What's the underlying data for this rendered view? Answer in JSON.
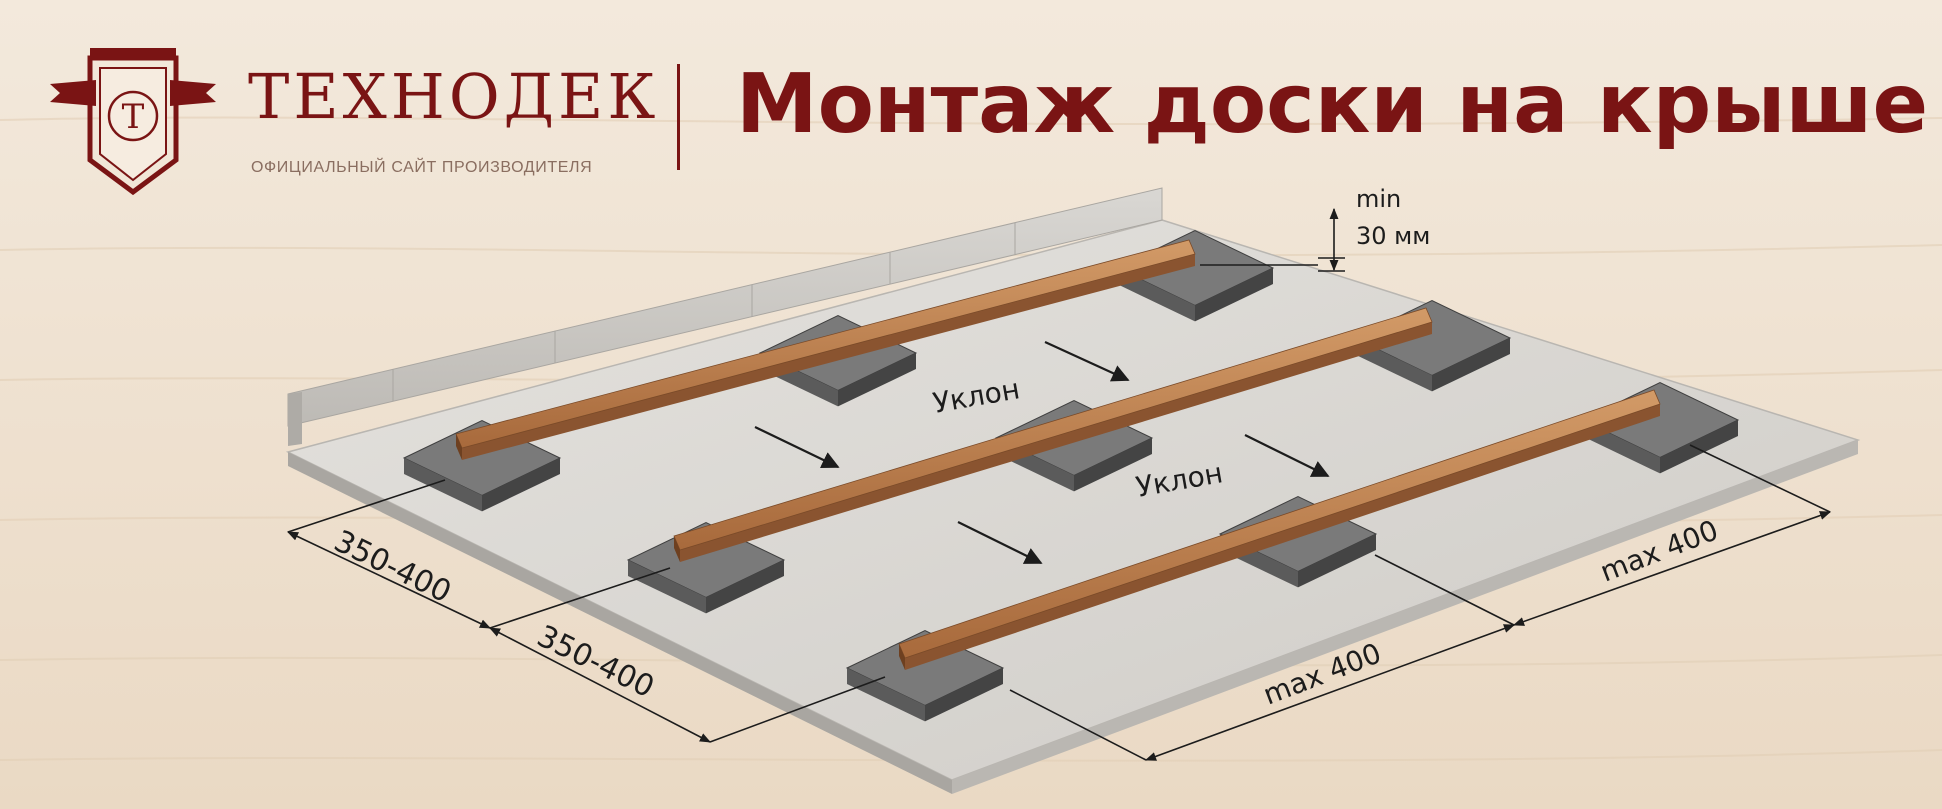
{
  "header": {
    "logo_letter": "Т",
    "brand_name": "ТЕХНОДЕК",
    "tagline": "ОФИЦИАЛЬНЫЙ САЙТ ПРОИЗВОДИТЕЛЯ",
    "title": "Монтаж доски на крыше"
  },
  "diagram": {
    "slope_labels": [
      "Уклон",
      "Уклон"
    ],
    "dimensions": {
      "joist_spacing_1": "350-400",
      "joist_spacing_2": "350-400",
      "support_spacing_1": "max 400",
      "support_spacing_2": "max 400",
      "clearance_line1": "min",
      "clearance_line2": "30 мм"
    }
  },
  "colors": {
    "brand": "#7a1414",
    "background": "#efe3d3",
    "concrete": "#d8d6d2",
    "wood": "#b87a4b",
    "pad": "#5b5b5b"
  }
}
